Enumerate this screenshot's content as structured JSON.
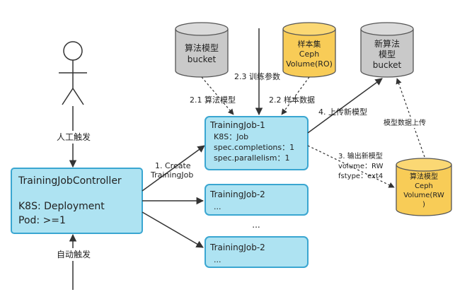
{
  "actor": {
    "manual_trigger": "人工触发",
    "auto_trigger": "自动触发"
  },
  "controller": {
    "title": "TrainingJobController",
    "line1": "K8S: Deployment",
    "line2": "Pod: >=1"
  },
  "jobs": {
    "job1": {
      "title": "TrainingJob-1",
      "lines": [
        "K8S：Job",
        "spec.completions：1",
        "spec.parallelism：1"
      ]
    },
    "job2a": {
      "title": "TrainingJob-2",
      "sub": "..."
    },
    "job2b": {
      "title": "TrainingJob-2",
      "sub": "..."
    },
    "between_dots": "..."
  },
  "storage": {
    "algo_bucket": {
      "line1": "算法模型",
      "line2": "bucket"
    },
    "sample_ceph": {
      "line1": "样本集",
      "line2": "Ceph",
      "line3": "Volume(RO)"
    },
    "new_bucket": {
      "line1": "新算法",
      "line2": "模型",
      "line3": "bucket"
    },
    "algo_ceph": {
      "line1": "算法模型",
      "line2": "Ceph",
      "line3": "Volume(RW",
      "line4": ")"
    }
  },
  "edges": {
    "create_line1": "1. Create",
    "create_line2": "TrainingJob",
    "algo_model": "2.1 算法模型",
    "train_params": "2.3 训练参数",
    "sample_data": "2.2 样本数据",
    "upload_new": "4. 上传新模型",
    "output_line1": "3. 输出新模型",
    "output_line2": "volume：RW",
    "output_line3": "fstype：ext4",
    "model_upload": "模型数据上传"
  },
  "colors": {
    "box_fill": "#aee3f2",
    "box_stroke": "#3aa6d1",
    "gray_cyl": "#c9c9c9",
    "yellow_cyl": "#f8cc57",
    "line": "#333333"
  }
}
